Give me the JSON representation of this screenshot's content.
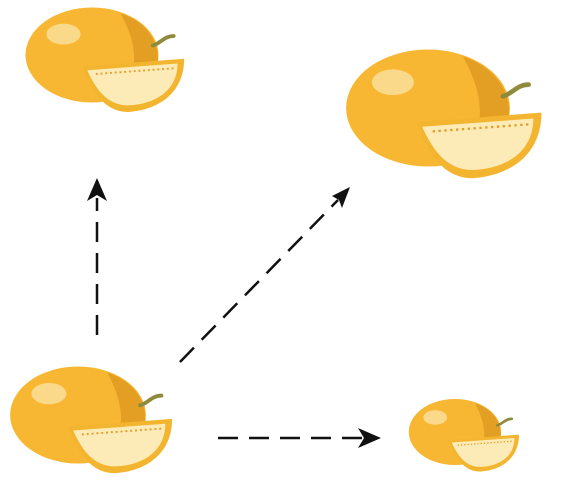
{
  "diagram": {
    "nodes": [
      {
        "id": "origin",
        "label": "",
        "icon": "melon-icon",
        "relative_size": "medium"
      },
      {
        "id": "up",
        "label": "",
        "icon": "melon-icon",
        "relative_size": "medium"
      },
      {
        "id": "diagonal",
        "label": "",
        "icon": "melon-icon",
        "relative_size": "large"
      },
      {
        "id": "right",
        "label": "",
        "icon": "melon-icon",
        "relative_size": "small"
      }
    ],
    "edges": [
      {
        "from": "origin",
        "to": "up",
        "style": "dashed"
      },
      {
        "from": "origin",
        "to": "diagonal",
        "style": "dashed"
      },
      {
        "from": "origin",
        "to": "right",
        "style": "dashed"
      }
    ]
  },
  "colors": {
    "melon_body": "#f7b733",
    "melon_shade": "#e39e24",
    "melon_highlight": "#fbd98a",
    "flesh": "#fcebb6",
    "rind": "#f3b52f",
    "stem": "#8f8a3c",
    "arrow": "#111111"
  }
}
